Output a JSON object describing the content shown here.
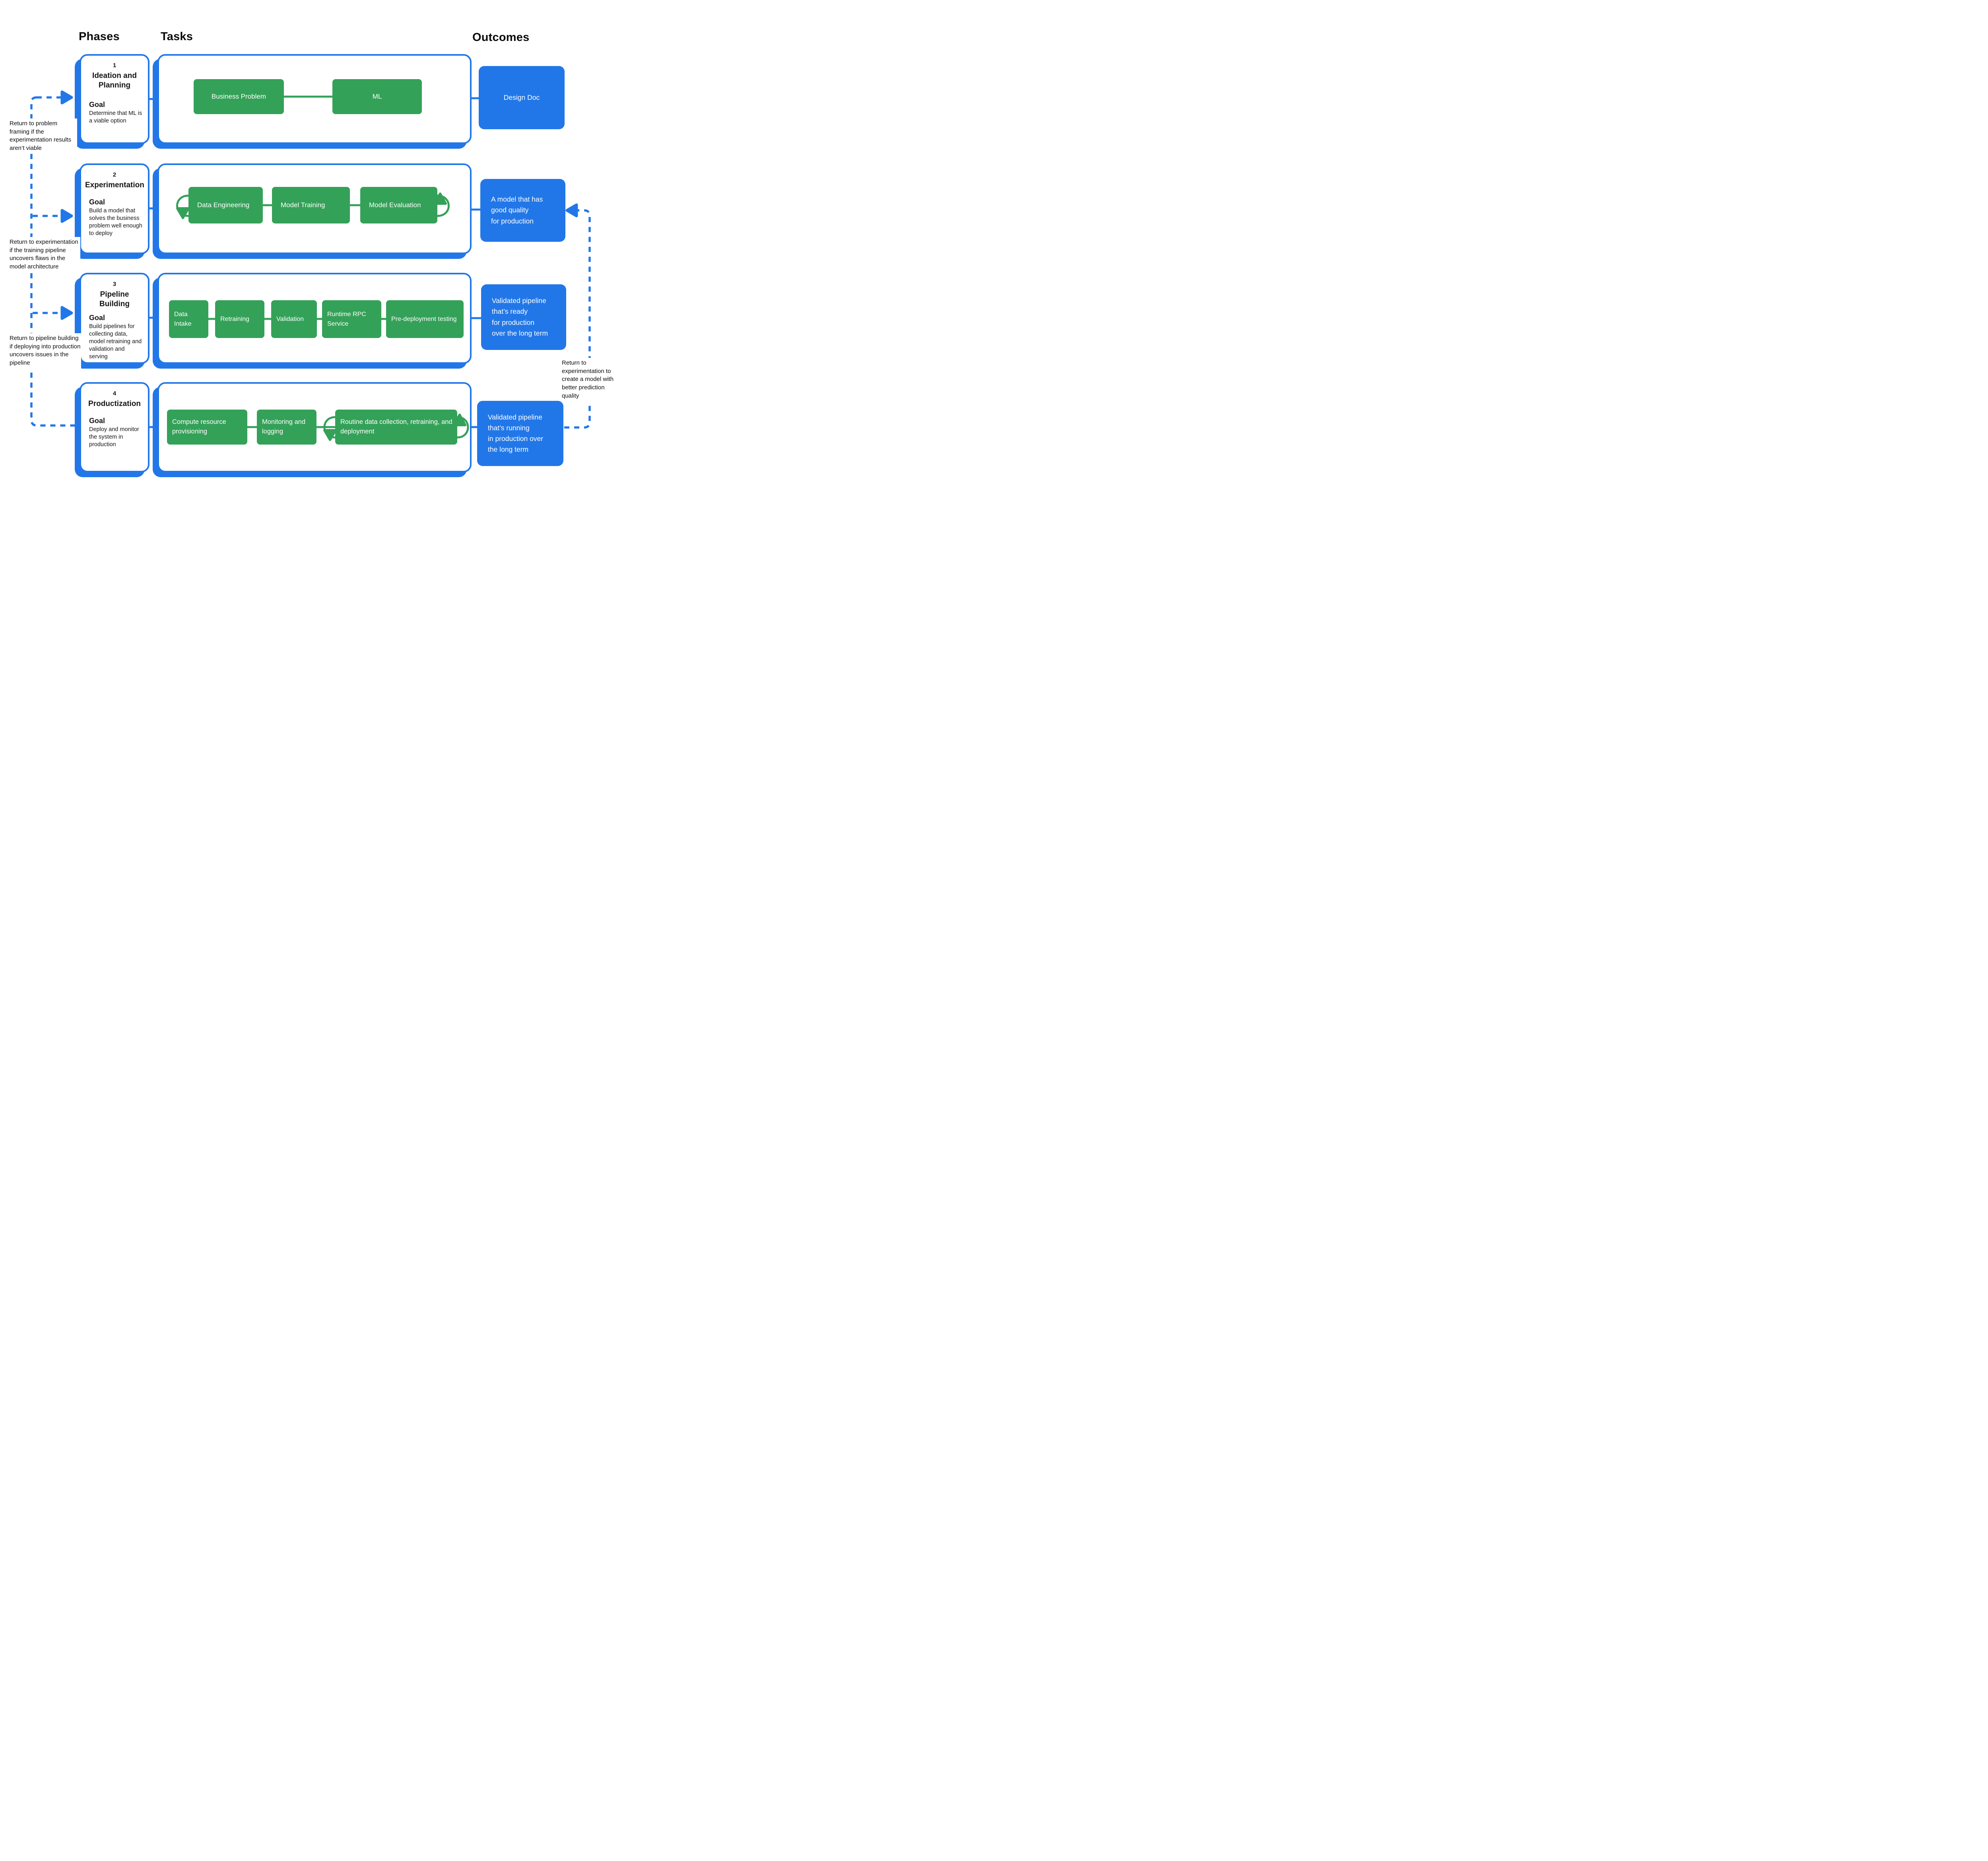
{
  "headers": {
    "phases": "Phases",
    "tasks": "Tasks",
    "outcomes": "Outcomes"
  },
  "phases": [
    {
      "number": "1",
      "title": "Ideation and Planning",
      "goal_label": "Goal",
      "goal": "Determine that ML is a viable option"
    },
    {
      "number": "2",
      "title": "Experimentation",
      "goal_label": "Goal",
      "goal": "Build a model that solves the business problem well enough to deploy"
    },
    {
      "number": "3",
      "title": "Pipeline Building",
      "goal_label": "Goal",
      "goal": "Build pipelines for collecting data, model retraining and validation and serving"
    },
    {
      "number": "4",
      "title": "Productization",
      "goal_label": "Goal",
      "goal": "Deploy and monitor the system in production"
    }
  ],
  "tasks": {
    "row1": [
      "Business Problem",
      "ML"
    ],
    "row2": [
      "Data Engineering",
      "Model Training",
      "Model Evaluation"
    ],
    "row3": [
      "Data Intake",
      "Retraining",
      "Validation",
      "Runtime RPC Service",
      "Pre-deployment testing"
    ],
    "row4": [
      "Compute resource provisioning",
      "Monitoring and logging",
      "Routine data collection, retraining, and deployment"
    ]
  },
  "outcomes": [
    "Design Doc",
    "A model that has\ngood quality\nfor production",
    "Validated pipeline\nthat’s ready\nfor production\nover the long term",
    "Validated pipeline\nthat’s running\nin production over\nthe long term"
  ],
  "annotations": {
    "return_problem_framing": "Return to problem framing if the experimentation results aren’t viable",
    "return_experimentation_left": "Return to experimentation if the training pipeline uncovers flaws in the model architecture",
    "return_pipeline_building": "Return to pipeline building if deploying into production uncovers issues in the pipeline",
    "return_experimentation_right": "Return to experimentation to create a model with better prediction quality"
  },
  "colors": {
    "blue": "#2277e8",
    "green": "#34a158",
    "ink": "#161616"
  }
}
